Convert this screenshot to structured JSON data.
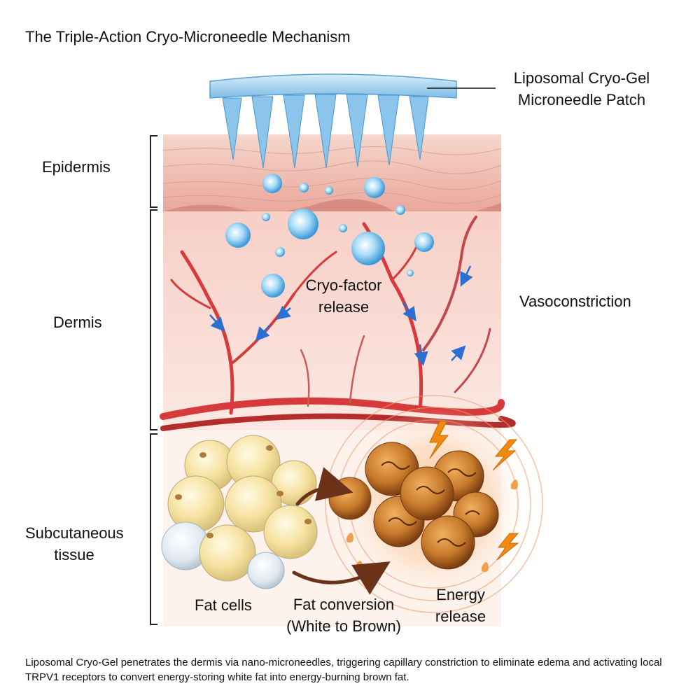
{
  "title": "The Triple-Action Cryo-Microneedle Mechanism",
  "labels": {
    "patch": "Liposomal Cryo-Gel Microneedle Patch",
    "epidermis": "Epidermis",
    "dermis": "Dermis",
    "subcutaneous": "Subcutaneous tissue",
    "cryo_factor": "Cryo-factor release",
    "vasoconstriction": "Vasoconstriction",
    "fat_cells": "Fat cells",
    "fat_conversion": "Fat conversion (White to Brown)",
    "energy_release": "Energy release"
  },
  "caption": "Liposomal Cryo-Gel penetrates the dermis via nano-microneedles, triggering capillary constriction to eliminate edema and activating local TRPV1 receptors to convert energy-storing white fat into energy-burning brown fat.",
  "colors": {
    "patch": "#a9d4f0",
    "epidermis": "#f0b9b0",
    "dermis": "#fbe3dc",
    "vessel": "#d73a3a",
    "liposome": "#5fb3e6",
    "white_fat": "#f4dc8c",
    "brown_fat": "#c87a2a",
    "arrow": "#2a6fd1",
    "conversion_arrow": "#7a3b1e",
    "lightning": "#f08a10"
  }
}
